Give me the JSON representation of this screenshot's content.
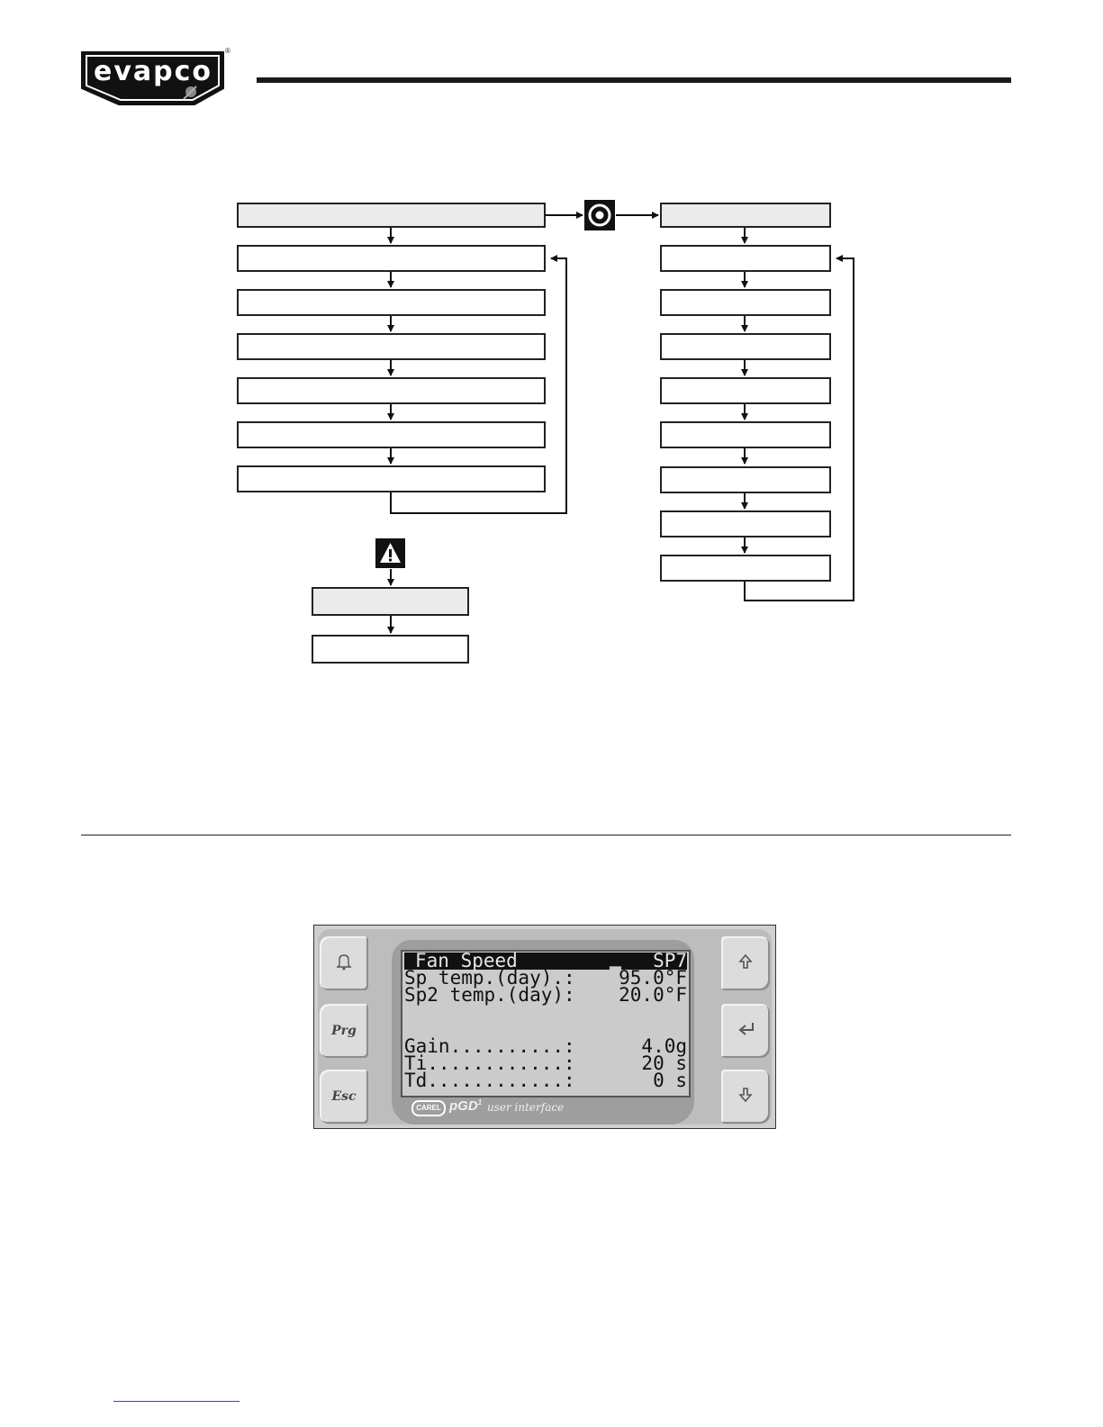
{
  "header": {
    "logo_text": "evapco",
    "registered_mark": "®"
  },
  "display": {
    "title_left": "Fan Speed",
    "title_right": "SP7",
    "rows": [
      {
        "label": "Sp temp.(day).:",
        "cursor": "█",
        "value": "95.0°F"
      },
      {
        "label": "Sp2 temp.(day):",
        "cursor": "",
        "value": "20.0°F"
      },
      {
        "label": "Gain..........:",
        "cursor": "",
        "value": "4.0g"
      },
      {
        "label": "Ti............:",
        "cursor": "",
        "value": "20 s"
      },
      {
        "label": "Td............:",
        "cursor": "",
        "value": "0 s"
      }
    ],
    "keys": {
      "alarm": "alarm-bell-icon",
      "prg": "Prg",
      "esc": "Esc",
      "up": "arrow-up-icon",
      "enter": "enter-icon",
      "down": "arrow-down-icon"
    },
    "brand": {
      "carel": "CAREL",
      "pgd": "pGD",
      "pgd_sup": "1",
      "user_interface": "user interface"
    }
  },
  "colors": {
    "header_rule": "#1a1a1a",
    "link_rule": "#2a40ff",
    "shaded_box": "#ebebeb"
  }
}
